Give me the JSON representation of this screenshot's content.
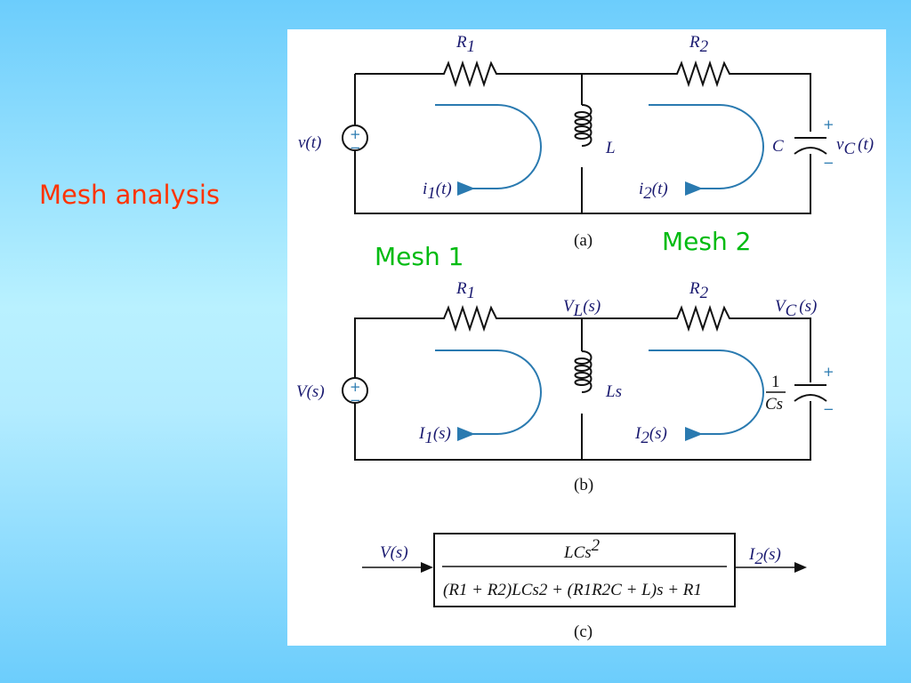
{
  "slide": {
    "title": "Mesh analysis"
  },
  "mesh_labels": {
    "mesh1": "Mesh 1",
    "mesh2": "Mesh 2"
  },
  "circuit_a": {
    "caption": "a",
    "r1": "R",
    "r1_sub": "1",
    "r2": "R",
    "r2_sub": "2",
    "source": "v(t)",
    "inductor": "L",
    "capacitor": "C",
    "vc": "v",
    "vc_sub": "C",
    "vc_arg": "(t)",
    "i1": "i",
    "i1_sub": "1",
    "i1_arg": "(t)",
    "i2": "i",
    "i2_sub": "2",
    "i2_arg": "(t)",
    "plus": "+",
    "minus": "−"
  },
  "circuit_b": {
    "caption": "b",
    "r1": "R",
    "r1_sub": "1",
    "r2": "R",
    "r2_sub": "2",
    "source": "V(s)",
    "inductor": "Ls",
    "cap_num": "1",
    "cap_den": "Cs",
    "vl": "V",
    "vl_sub": "L",
    "vl_arg": "(s)",
    "vc": "V",
    "vc_sub": "C",
    "vc_arg": "(s)",
    "i1": "I",
    "i1_sub": "1",
    "i1_arg": "(s)",
    "i2": "I",
    "i2_sub": "2",
    "i2_arg": "(s)",
    "plus": "+",
    "minus": "−"
  },
  "block_c": {
    "caption": "c",
    "input": "V(s)",
    "output": "I",
    "output_sub": "2",
    "output_arg": "(s)",
    "numerator": "LCs",
    "numerator_exp": "2",
    "denominator": "(R1 + R2)LCs2 + (R1R2C + L)s + R1"
  }
}
